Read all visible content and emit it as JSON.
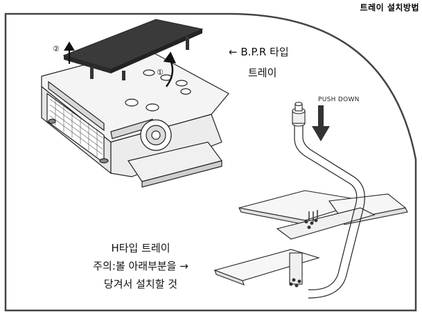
{
  "title": "트레이 설치방법",
  "labels": {
    "bpr_line1": "← B.P.R 타입",
    "bpr_line2": "트레이",
    "push_down": "PUSH DOWN",
    "htype_line1": "H타입 트레이",
    "htype_line2": "주의:볼 아래부분을 →",
    "htype_line3": "당겨서 설치할 것",
    "step1": "①",
    "step2": "②"
  },
  "colors": {
    "frame": "#444444",
    "tray": "#3a3a3a",
    "line": "#222222",
    "arrow": "#333333"
  }
}
